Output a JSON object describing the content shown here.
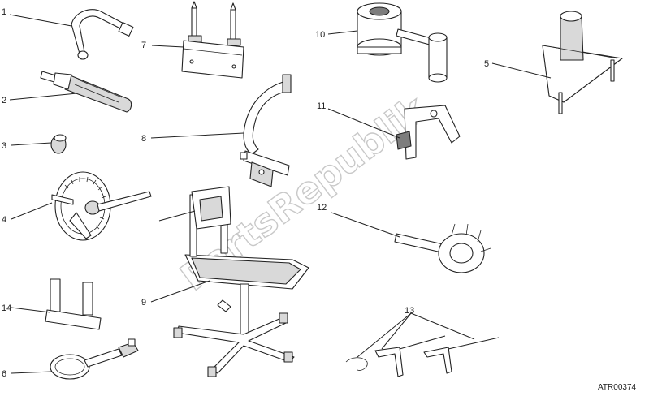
{
  "watermark": "PartsRepublik",
  "drawing_code": "ATR00374",
  "callouts": {
    "c1": "1",
    "c2": "2",
    "c3": "3",
    "c4": "4",
    "c5": "5",
    "c6": "6",
    "c7": "7",
    "c8": "8",
    "c9": "9",
    "c10": "10",
    "c11": "11",
    "c12": "12",
    "c13": "13",
    "c14": "14"
  }
}
